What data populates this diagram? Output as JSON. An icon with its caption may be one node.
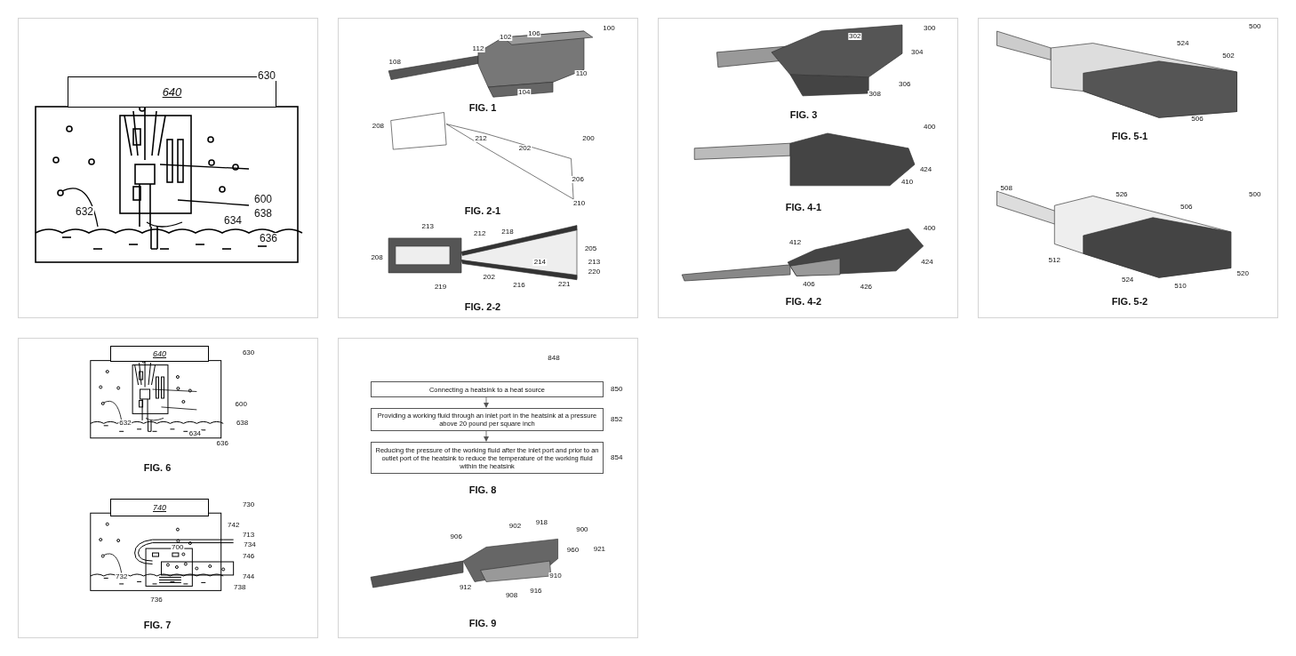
{
  "diagram": {
    "nodes": [
      {
        "text": [],
        "shape": "box"
      },
      {
        "text": [
          "640"
        ],
        "in": 0
      },
      {
        "text": [
          "FIG. 1",
          "FIG. 2-1",
          "FIG. 2-2"
        ]
      },
      {
        "text": [
          "FIG. 3",
          "FIG. 4-1",
          "FIG. 4-2"
        ]
      },
      {
        "text": [
          "FIG. 5-1",
          "FIG. 5-2"
        ]
      },
      {
        "text": [
          "FIG. 6",
          "FIG. 7"
        ]
      },
      {
        "text": [
          "640"
        ],
        "in": 5
      },
      {
        "text": [
          "740"
        ],
        "in": 5
      },
      {
        "text": [
          "FIG. 8",
          "FIG. 9"
        ]
      },
      {
        "text": [
          "Connecting a heatsink to a heat source"
        ],
        "in": 8,
        "beside": [
          "850"
        ]
      },
      {
        "text": [
          "Providing a working fluid through an inlet port in the heatsink at a pressure above 20 pound per square inch"
        ],
        "in": 8,
        "beside": [
          "852"
        ]
      },
      {
        "text": [
          "Reducing the pressure of the working fluid after the inlet port and prior to an outlet port of the heatsink to reduce the temperature of the working fluid within the heatsink"
        ],
        "in": 8,
        "beside": [
          "854"
        ]
      }
    ],
    "edges": [
      {
        "from": 9,
        "to": 10,
        "arrow": "to"
      },
      {
        "from": 10,
        "to": 11,
        "arrow": "to"
      }
    ],
    "labels": [
      "630",
      "600",
      "632",
      "638",
      "634",
      "636",
      "100",
      "108",
      "112",
      "102",
      "106",
      "110",
      "104",
      "200",
      "208",
      "212",
      "202",
      "206",
      "210",
      "213",
      "212",
      "218",
      "208",
      "205",
      "213",
      "220",
      "219",
      "202",
      "216",
      "214",
      "221",
      "300",
      "302",
      "304",
      "306",
      "308",
      "400",
      "424",
      "410",
      "400",
      "412",
      "424",
      "406",
      "426",
      "500",
      "524",
      "502",
      "506",
      "508",
      "526",
      "500",
      "506",
      "512",
      "524",
      "510",
      "520",
      "630",
      "600",
      "632",
      "638",
      "634",
      "636",
      "730",
      "742",
      "713",
      "734",
      "700",
      "746",
      "732",
      "744",
      "738",
      "736",
      "848",
      "906",
      "902",
      "918",
      "900",
      "960",
      "921",
      "912",
      "908",
      "916",
      "910"
    ]
  }
}
